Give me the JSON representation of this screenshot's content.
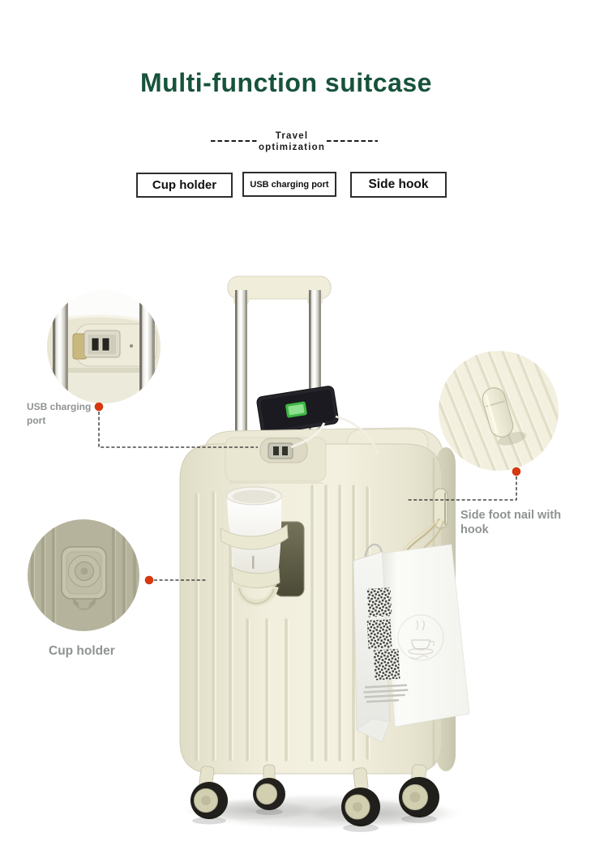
{
  "header": {
    "title": "Multi-function suitcase",
    "subtitle_line1": "Travel",
    "subtitle_line2": "optimization"
  },
  "feature_boxes": [
    {
      "label": "Cup holder"
    },
    {
      "label": "USB charging port"
    },
    {
      "label": "Side hook"
    }
  ],
  "callouts": {
    "usb": {
      "line1": "USB charging",
      "line2": "port"
    },
    "hook": {
      "line1": "Side foot nail with",
      "line2": "hook"
    },
    "cup": {
      "line1": "Cup holder"
    }
  },
  "colors": {
    "title_green": "#17533b",
    "label_gray": "#8f9293",
    "marker_red": "#d6380f",
    "leader_line": "#222222",
    "suitcase_cream": "#efecda"
  },
  "icons": {
    "phone_screen": "battery-charging-icon",
    "bag_prints": "qr-code-icon"
  }
}
